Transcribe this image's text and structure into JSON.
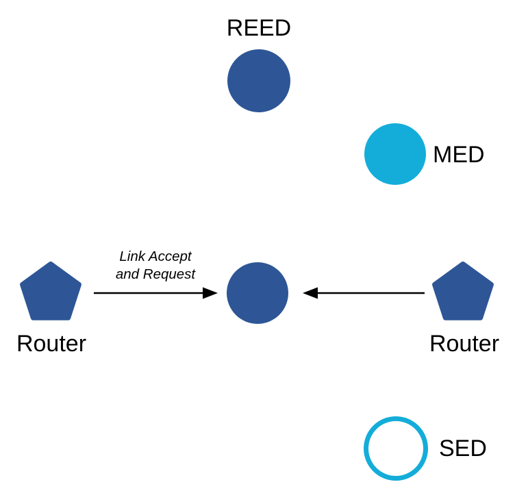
{
  "diagram": {
    "title": "",
    "colors": {
      "node_blue": "#2E5696",
      "node_cyan": "#14ADD9",
      "arrow_black": "#000000",
      "text_black": "#000000"
    },
    "nodes": {
      "reed": {
        "label": "REED",
        "shape": "filled-circle"
      },
      "med": {
        "label": "MED",
        "shape": "filled-circle"
      },
      "sed": {
        "label": "SED",
        "shape": "outlined-circle"
      },
      "router_left": {
        "label": "Router",
        "shape": "pentagon"
      },
      "router_right": {
        "label": "Router",
        "shape": "pentagon"
      },
      "center": {
        "label": "",
        "shape": "filled-circle"
      }
    },
    "edges": {
      "left_arrow": {
        "from": "router_left",
        "to": "center",
        "label_line1": "Link Accept",
        "label_line2": "and Request"
      },
      "right_arrow": {
        "from": "router_right",
        "to": "center",
        "label_line1": "",
        "label_line2": ""
      }
    }
  }
}
